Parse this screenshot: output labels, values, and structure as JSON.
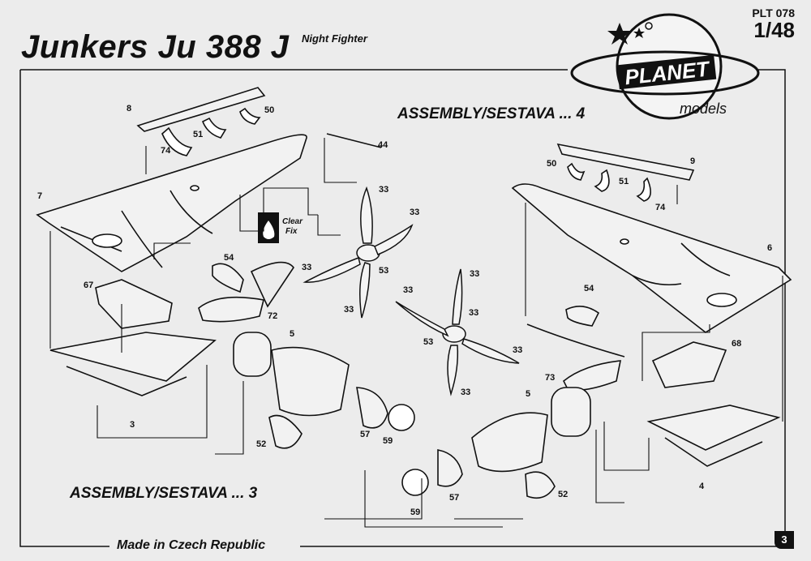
{
  "header": {
    "title": "Junkers Ju 388 J",
    "subtitle": "Night Fighter",
    "code": "PLT 078",
    "scale": "1/48"
  },
  "logo": {
    "name": "PLANET",
    "tagline": "models"
  },
  "steps": {
    "step4": "ASSEMBLY/SESTAVA ... 4",
    "step3": "ASSEMBLY/SESTAVA ... 3"
  },
  "clear_fix": {
    "line1": "Clear",
    "line2": "Fix"
  },
  "footer": {
    "origin": "Made in Czech Republic",
    "page": "3"
  },
  "part_numbers": {
    "p8": "8",
    "p50a": "50",
    "p51a": "51",
    "p74a": "74",
    "p7": "7",
    "p44": "44",
    "p33a": "33",
    "p33b": "33",
    "p33c": "33",
    "p33d": "33",
    "p53a": "53",
    "p33e": "33",
    "p33f": "33",
    "p33g": "33",
    "p33h": "33",
    "p53b": "53",
    "p33i": "33",
    "p54a": "54",
    "p67": "67",
    "p72": "72",
    "p5a": "5",
    "p3": "3",
    "p52a": "52",
    "p57a": "57",
    "p59a": "59",
    "p50b": "50",
    "p51b": "51",
    "p9": "9",
    "p74b": "74",
    "p6": "6",
    "p54b": "54",
    "p68": "68",
    "p73": "73",
    "p5b": "5",
    "p4": "4",
    "p52b": "52",
    "p57b": "57",
    "p59b": "59"
  },
  "colors": {
    "paper": "#ececec",
    "ink": "#111111"
  },
  "icons": [
    "star-icon",
    "clear-fix-drop-icon"
  ]
}
